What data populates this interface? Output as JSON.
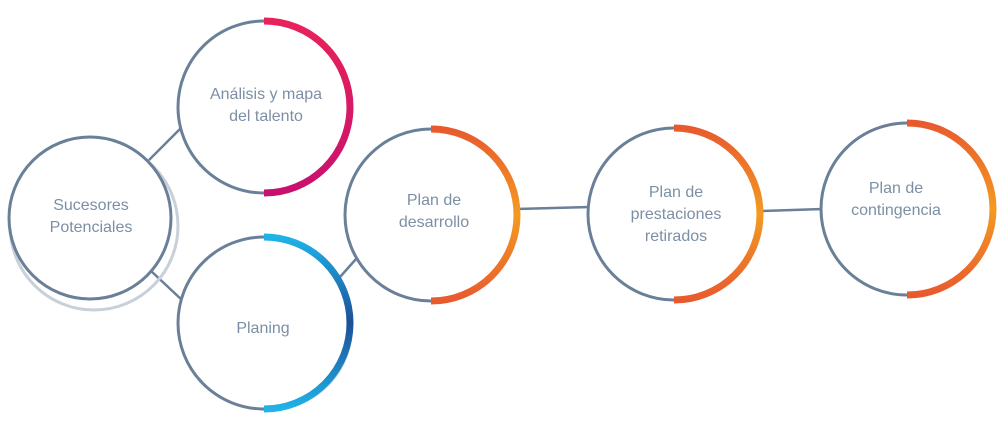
{
  "colors": {
    "ring": "#6a7f98",
    "shadow": "#c8d0d9",
    "connector": "#6a7f98",
    "label": "#7d8fa4",
    "magenta_start": "#e8225a",
    "magenta_end": "#c8106e",
    "orange_start": "#f39a22",
    "orange_end": "#e85a2e",
    "blue_start": "#1fb3e8",
    "blue_end": "#1d4f96"
  },
  "nodes": [
    {
      "id": "sucesores",
      "lines": [
        "Sucesores",
        "Potenciales"
      ],
      "accent": "none"
    },
    {
      "id": "analisis",
      "lines": [
        "Análisis y mapa",
        "del talento"
      ],
      "accent": "magenta"
    },
    {
      "id": "planing",
      "lines": [
        "Planing"
      ],
      "accent": "blue"
    },
    {
      "id": "desarrollo",
      "lines": [
        "Plan de",
        "desarrollo"
      ],
      "accent": "orange"
    },
    {
      "id": "prestaciones",
      "lines": [
        "Plan de",
        "prestaciones",
        "retirados"
      ],
      "accent": "orange"
    },
    {
      "id": "contingencia",
      "lines": [
        "Plan de",
        "contingencia"
      ],
      "accent": "orange"
    }
  ]
}
